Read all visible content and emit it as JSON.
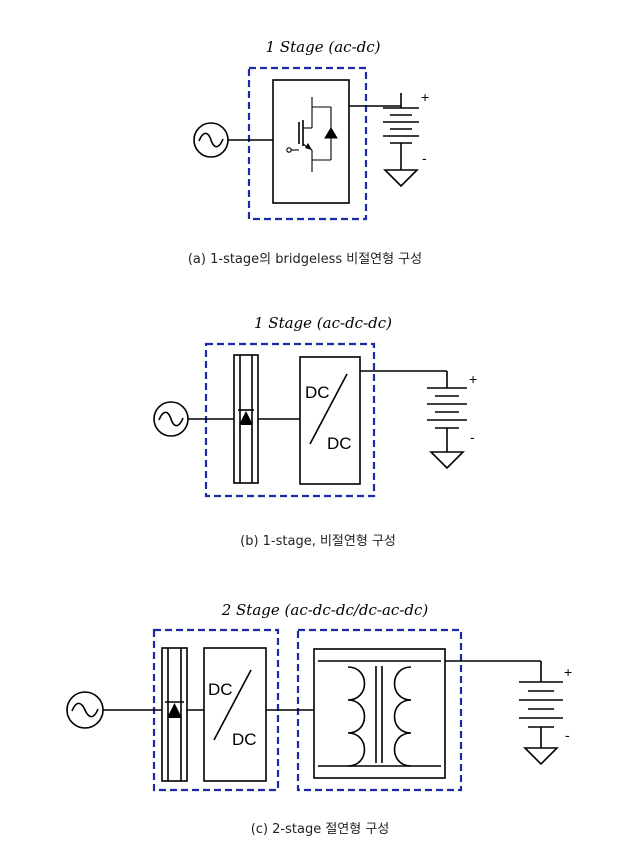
{
  "diagrams": [
    {
      "id": "a",
      "title": "1 Stage (ac-dc)",
      "caption": "(a) 1-stage의 bridgeless 비절연형 구성",
      "positive_label": "+",
      "negative_label": "-"
    },
    {
      "id": "b",
      "title": "1 Stage (ac-dc-dc)",
      "caption": "(b) 1-stage, 비절연형 구성",
      "converter_top": "DC",
      "converter_bottom": "DC",
      "positive_label": "+",
      "negative_label": "-"
    },
    {
      "id": "c",
      "title": "2 Stage (ac-dc-dc/dc-ac-dc)",
      "caption": "(c) 2-stage 절연형 구성",
      "converter_top": "DC",
      "converter_bottom": "DC",
      "positive_label": "+",
      "negative_label": "-"
    }
  ],
  "colors": {
    "dashed_box": "#1a2aa8",
    "lines": "#000000"
  }
}
